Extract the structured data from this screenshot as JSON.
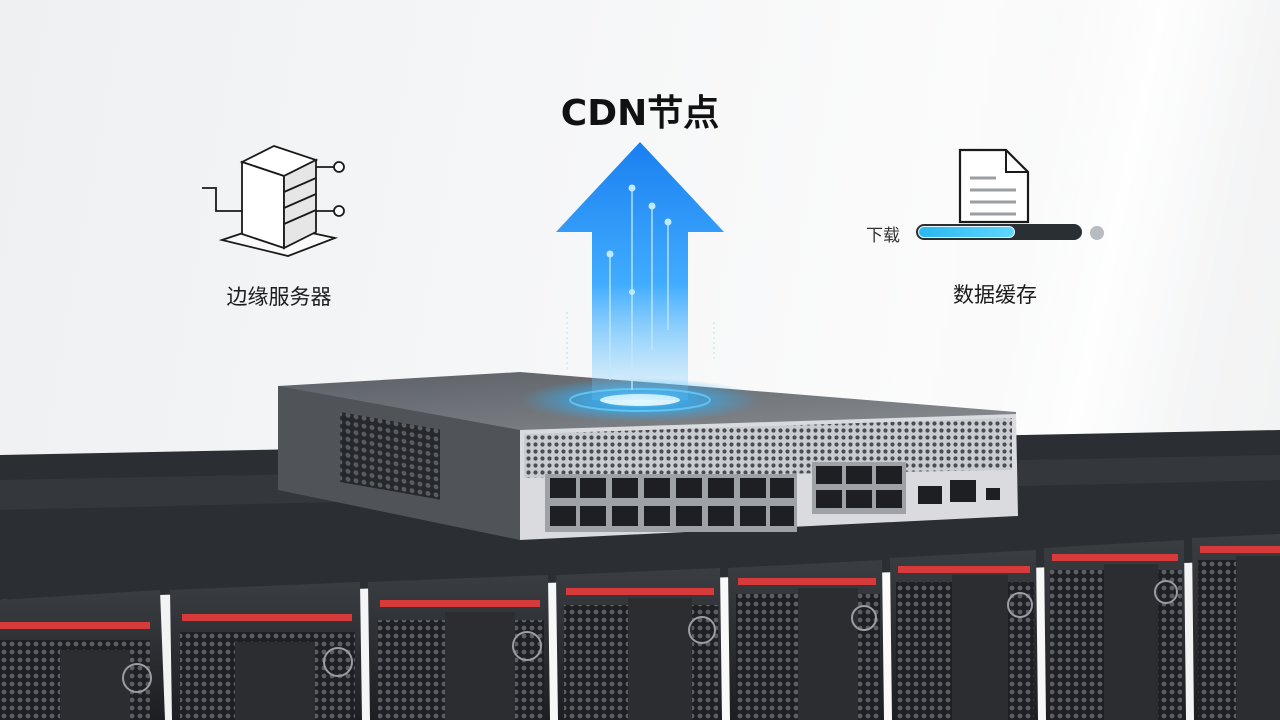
{
  "title": "CDN节点",
  "labels": {
    "edge_server": "边缘服务器",
    "data_cache": "数据缓存",
    "download": "下载"
  },
  "icons": {
    "left": "server-rack-icon",
    "right": "document-icon",
    "center": "upload-arrow-icon"
  },
  "download_progress": 0.6,
  "colors": {
    "arrow": "#1e8cf0",
    "progress_fill": "#2ab8ef",
    "server_accent": "#d63a3a"
  }
}
